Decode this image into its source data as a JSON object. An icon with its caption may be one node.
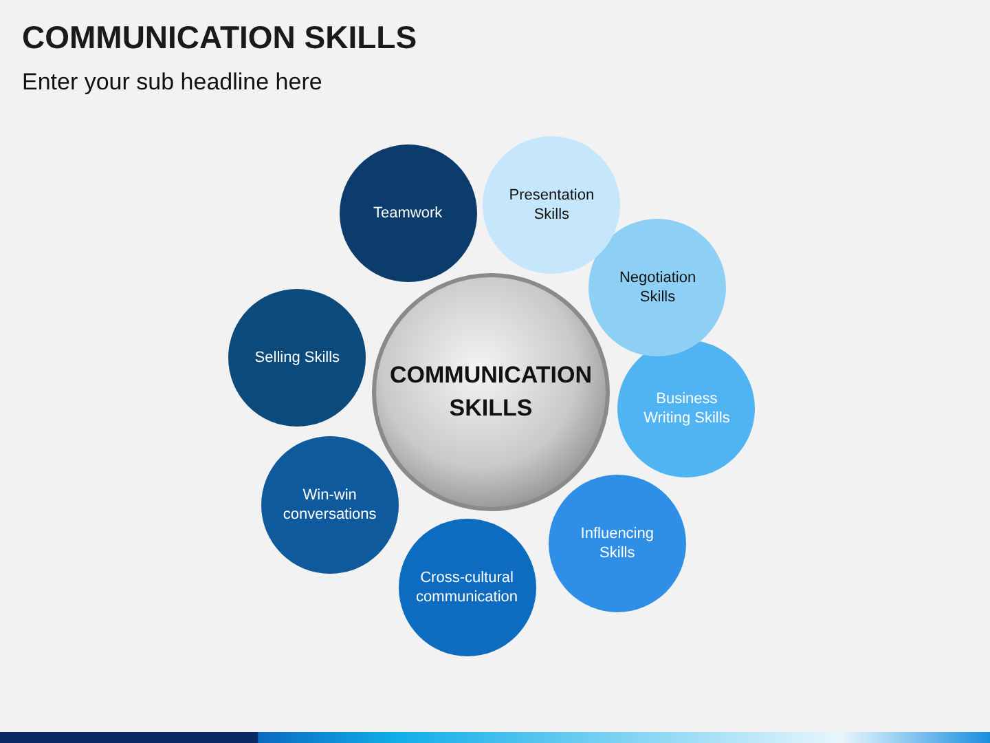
{
  "diagram": {
    "title": "COMMUNICATION SKILLS",
    "nodes": [
      {
        "text": [
          "COMMUNICATION SKILLS"
        ]
      },
      {
        "text": [
          "Teamwork"
        ]
      },
      {
        "text": [
          "Presentation Skills"
        ]
      },
      {
        "text": [
          "Negotiation Skills"
        ]
      },
      {
        "text": [
          "Business Writing Skills"
        ]
      },
      {
        "text": [
          "Influencing Skills"
        ]
      },
      {
        "text": [
          "Cross-cultural communication"
        ]
      },
      {
        "text": [
          "Win-win conversations"
        ]
      },
      {
        "text": [
          "Selling Skills"
        ]
      }
    ],
    "labels": [
      "Enter your sub headline here"
    ]
  }
}
